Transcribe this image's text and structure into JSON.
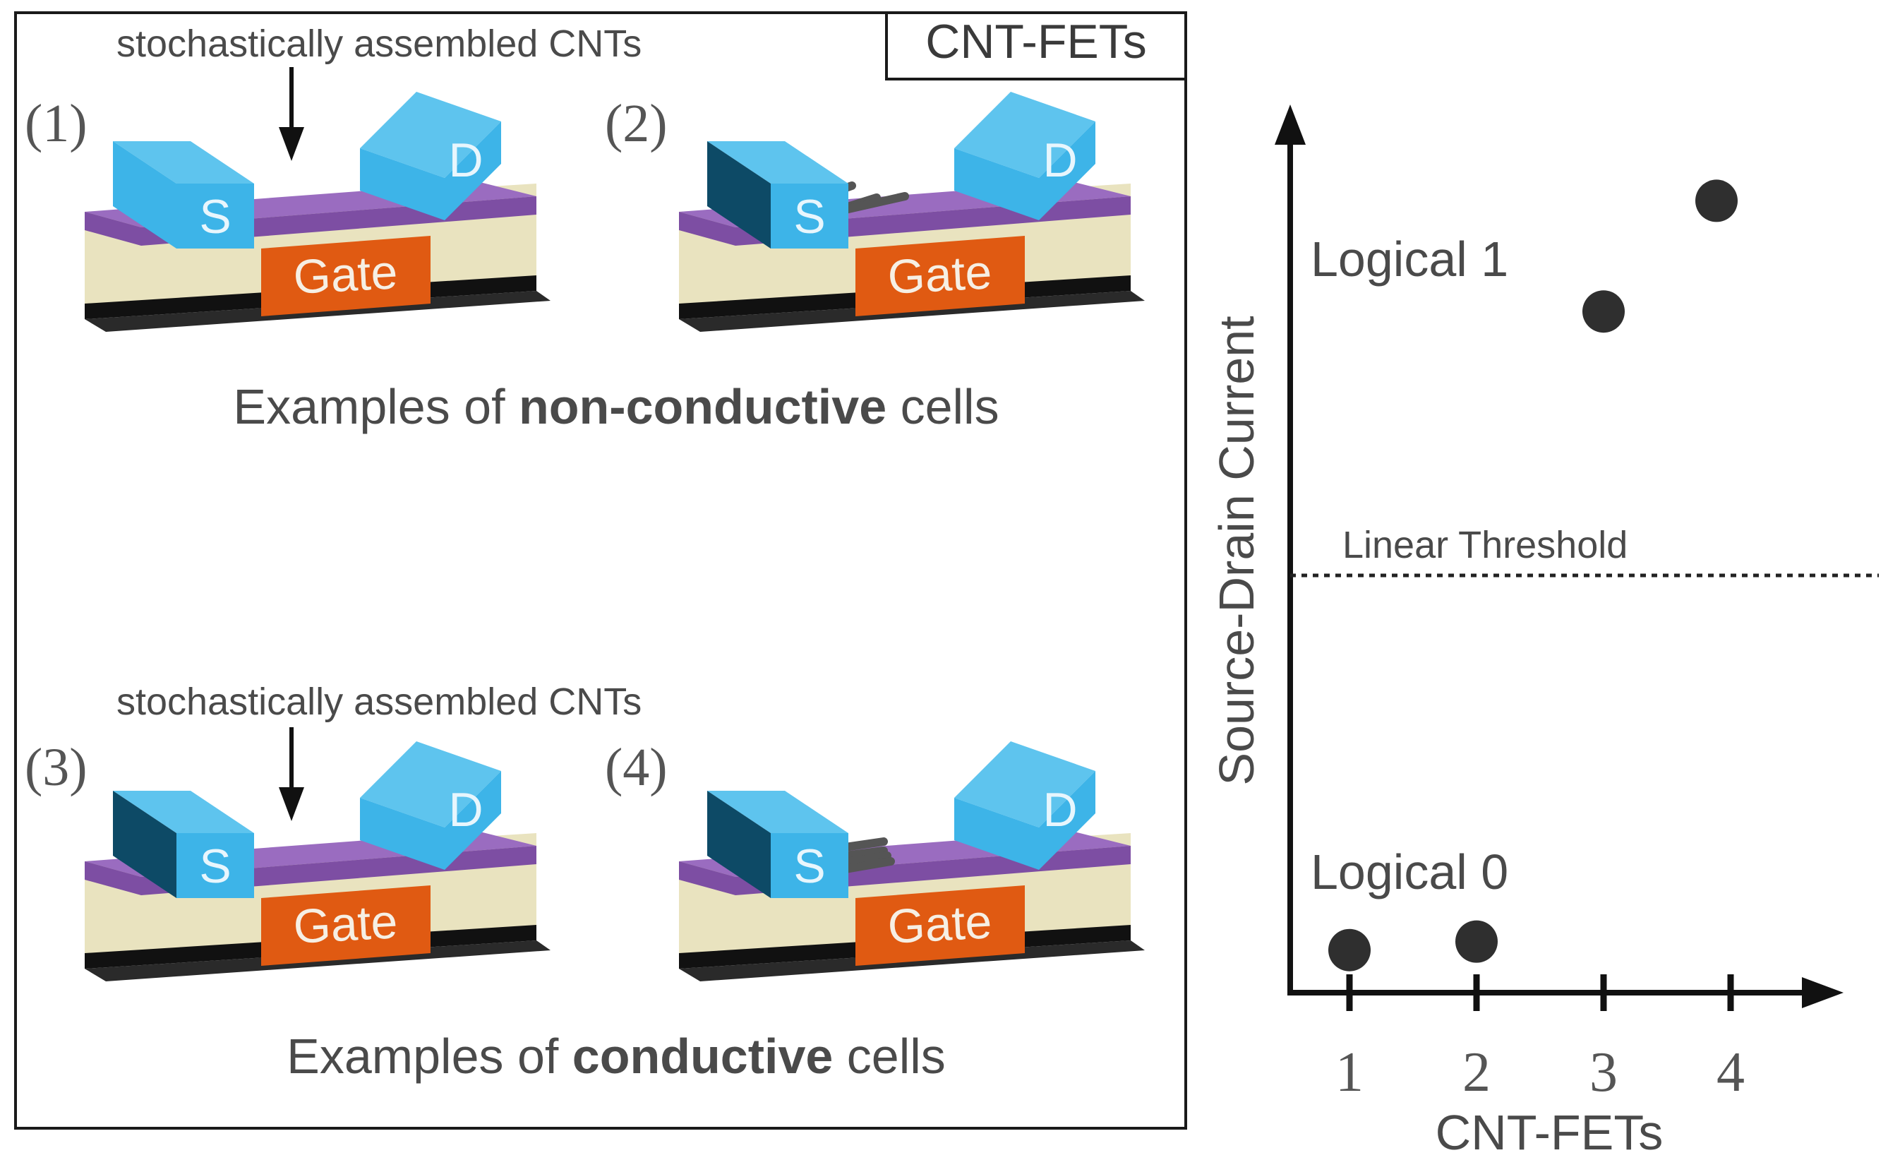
{
  "panel": {
    "title": "CNT-FETs",
    "annotation_top": "stochastically assembled CNTs",
    "annotation_bottom": "stochastically assembled CNTs",
    "caption_nonconductive": {
      "prefix": "Examples of ",
      "bold": "non-conductive",
      "suffix": " cells"
    },
    "caption_conductive": {
      "prefix": "Examples of ",
      "bold": "conductive",
      "suffix": " cells"
    }
  },
  "devices": [
    {
      "label": "(1)",
      "source": "S",
      "drain": "D",
      "gate": "Gate"
    },
    {
      "label": "(2)",
      "source": "S",
      "drain": "D",
      "gate": "Gate"
    },
    {
      "label": "(3)",
      "source": "S",
      "drain": "D",
      "gate": "Gate"
    },
    {
      "label": "(4)",
      "source": "S",
      "drain": "D",
      "gate": "Gate"
    }
  ],
  "colors": {
    "contact": "#3db4e8",
    "contact_dark": "#0d4a66",
    "contact_top": "#5ec4ee",
    "dielectric": "#7d4ea3",
    "dielectric_top": "#9a6cc0",
    "substrate": "#e9e3bf",
    "gate": "#e05a12",
    "nanotube": "#555555",
    "marker": "#2f2f2f"
  },
  "chart_data": {
    "type": "scatter",
    "xlabel": "CNT-FETs",
    "ylabel": "Source-Drain Current",
    "x_ticks": [
      "1",
      "2",
      "3",
      "4"
    ],
    "points": [
      {
        "x": 1,
        "y": 0.05
      },
      {
        "x": 2,
        "y": 0.06
      },
      {
        "x": 3,
        "y": 0.8
      },
      {
        "x": 4,
        "y": 0.93
      }
    ],
    "threshold": {
      "label": "Linear Threshold",
      "y": 0.49
    },
    "region_labels": [
      {
        "text": "Logical 1",
        "y": 0.86
      },
      {
        "text": "Logical 0",
        "y": 0.14
      }
    ],
    "ylim": [
      0,
      1
    ]
  }
}
